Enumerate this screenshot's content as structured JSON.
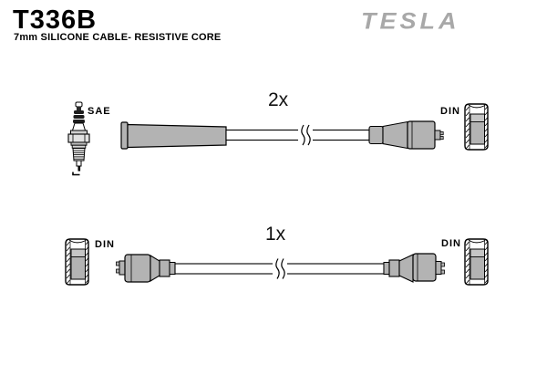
{
  "header": {
    "part_number": "T336B",
    "subtitle": "7mm SILICONE CABLE- RESISTIVE CORE",
    "brand_logo": "TESLA"
  },
  "diagram": {
    "rows": [
      {
        "quantity": "2x",
        "left_connector_type": "SAE",
        "left_icon": "spark-plug-icon",
        "right_connector_type": "DIN",
        "right_icon": "din-connector-icon"
      },
      {
        "quantity": "1x",
        "left_connector_type": "DIN",
        "left_icon": "din-connector-icon",
        "right_connector_type": "DIN",
        "right_icon": "din-connector-icon"
      }
    ]
  },
  "icons": {
    "spark_plug": "spark-plug-icon",
    "din_connector": "din-connector-icon"
  },
  "colors": {
    "background": "#ffffff",
    "text": "#000000",
    "brand_gray": "#a8a8a8",
    "part_gray": "#b3b3b3",
    "outline": "#000000"
  }
}
